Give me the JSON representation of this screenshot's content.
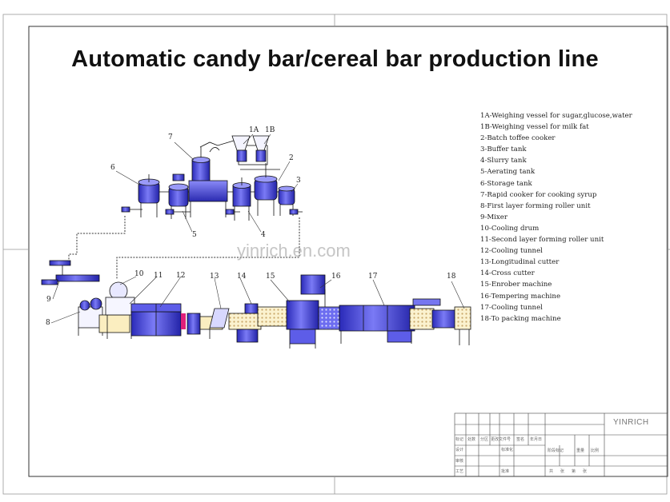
{
  "title": "Automatic candy bar/cereal bar production line",
  "watermark": "yinrich.en.com",
  "brand": "YINRICH",
  "legend": [
    "1A-Weighing vessel for sugar,glucose,water",
    "1B-Weighing vessel for milk fat",
    "2-Batch toffee cooker",
    "3-Buffer tank",
    "4-Slurry tank",
    "5-Aerating tank",
    "6-Storage tank",
    "7-Rapid cooker for cooking syrup",
    "8-First layer forming roller unit",
    "9-Mixer",
    "10-Cooling drum",
    "11-Second layer forming roller unit",
    "12-Cooling tunnel",
    "13-Longitudinal cutter",
    "14-Cross cutter",
    "15-Enrober machine",
    "16-Tempering machine",
    "17-Cooling tunnel",
    "18-To packing machine"
  ],
  "callouts": {
    "n7": "7",
    "n1a": "1A",
    "n1b": "1B",
    "n6": "6",
    "n2": "2",
    "n3": "3",
    "n5": "5",
    "n4": "4",
    "n9": "9",
    "n8": "8",
    "n10": "10",
    "n11": "11",
    "n12": "12",
    "n13": "13",
    "n14": "14",
    "n15": "15",
    "n16": "16",
    "n17": "17",
    "n18": "18"
  },
  "title_block": {
    "row1": [
      "标记",
      "处数",
      "分区",
      "更改文件号",
      "签名",
      "年月日"
    ],
    "row2": [
      "设计",
      "标准化"
    ],
    "row3": [
      "阶段标记",
      "重量",
      "比例"
    ],
    "row4": [
      "审核"
    ],
    "row5": [
      "工艺",
      "批准"
    ],
    "row6": [
      "共",
      "张",
      "第",
      "张"
    ]
  },
  "colors": {
    "machine": "#4a4ae8",
    "machine_dark": "#1c1c9a",
    "line": "#222222",
    "accent": "#e0207a"
  }
}
